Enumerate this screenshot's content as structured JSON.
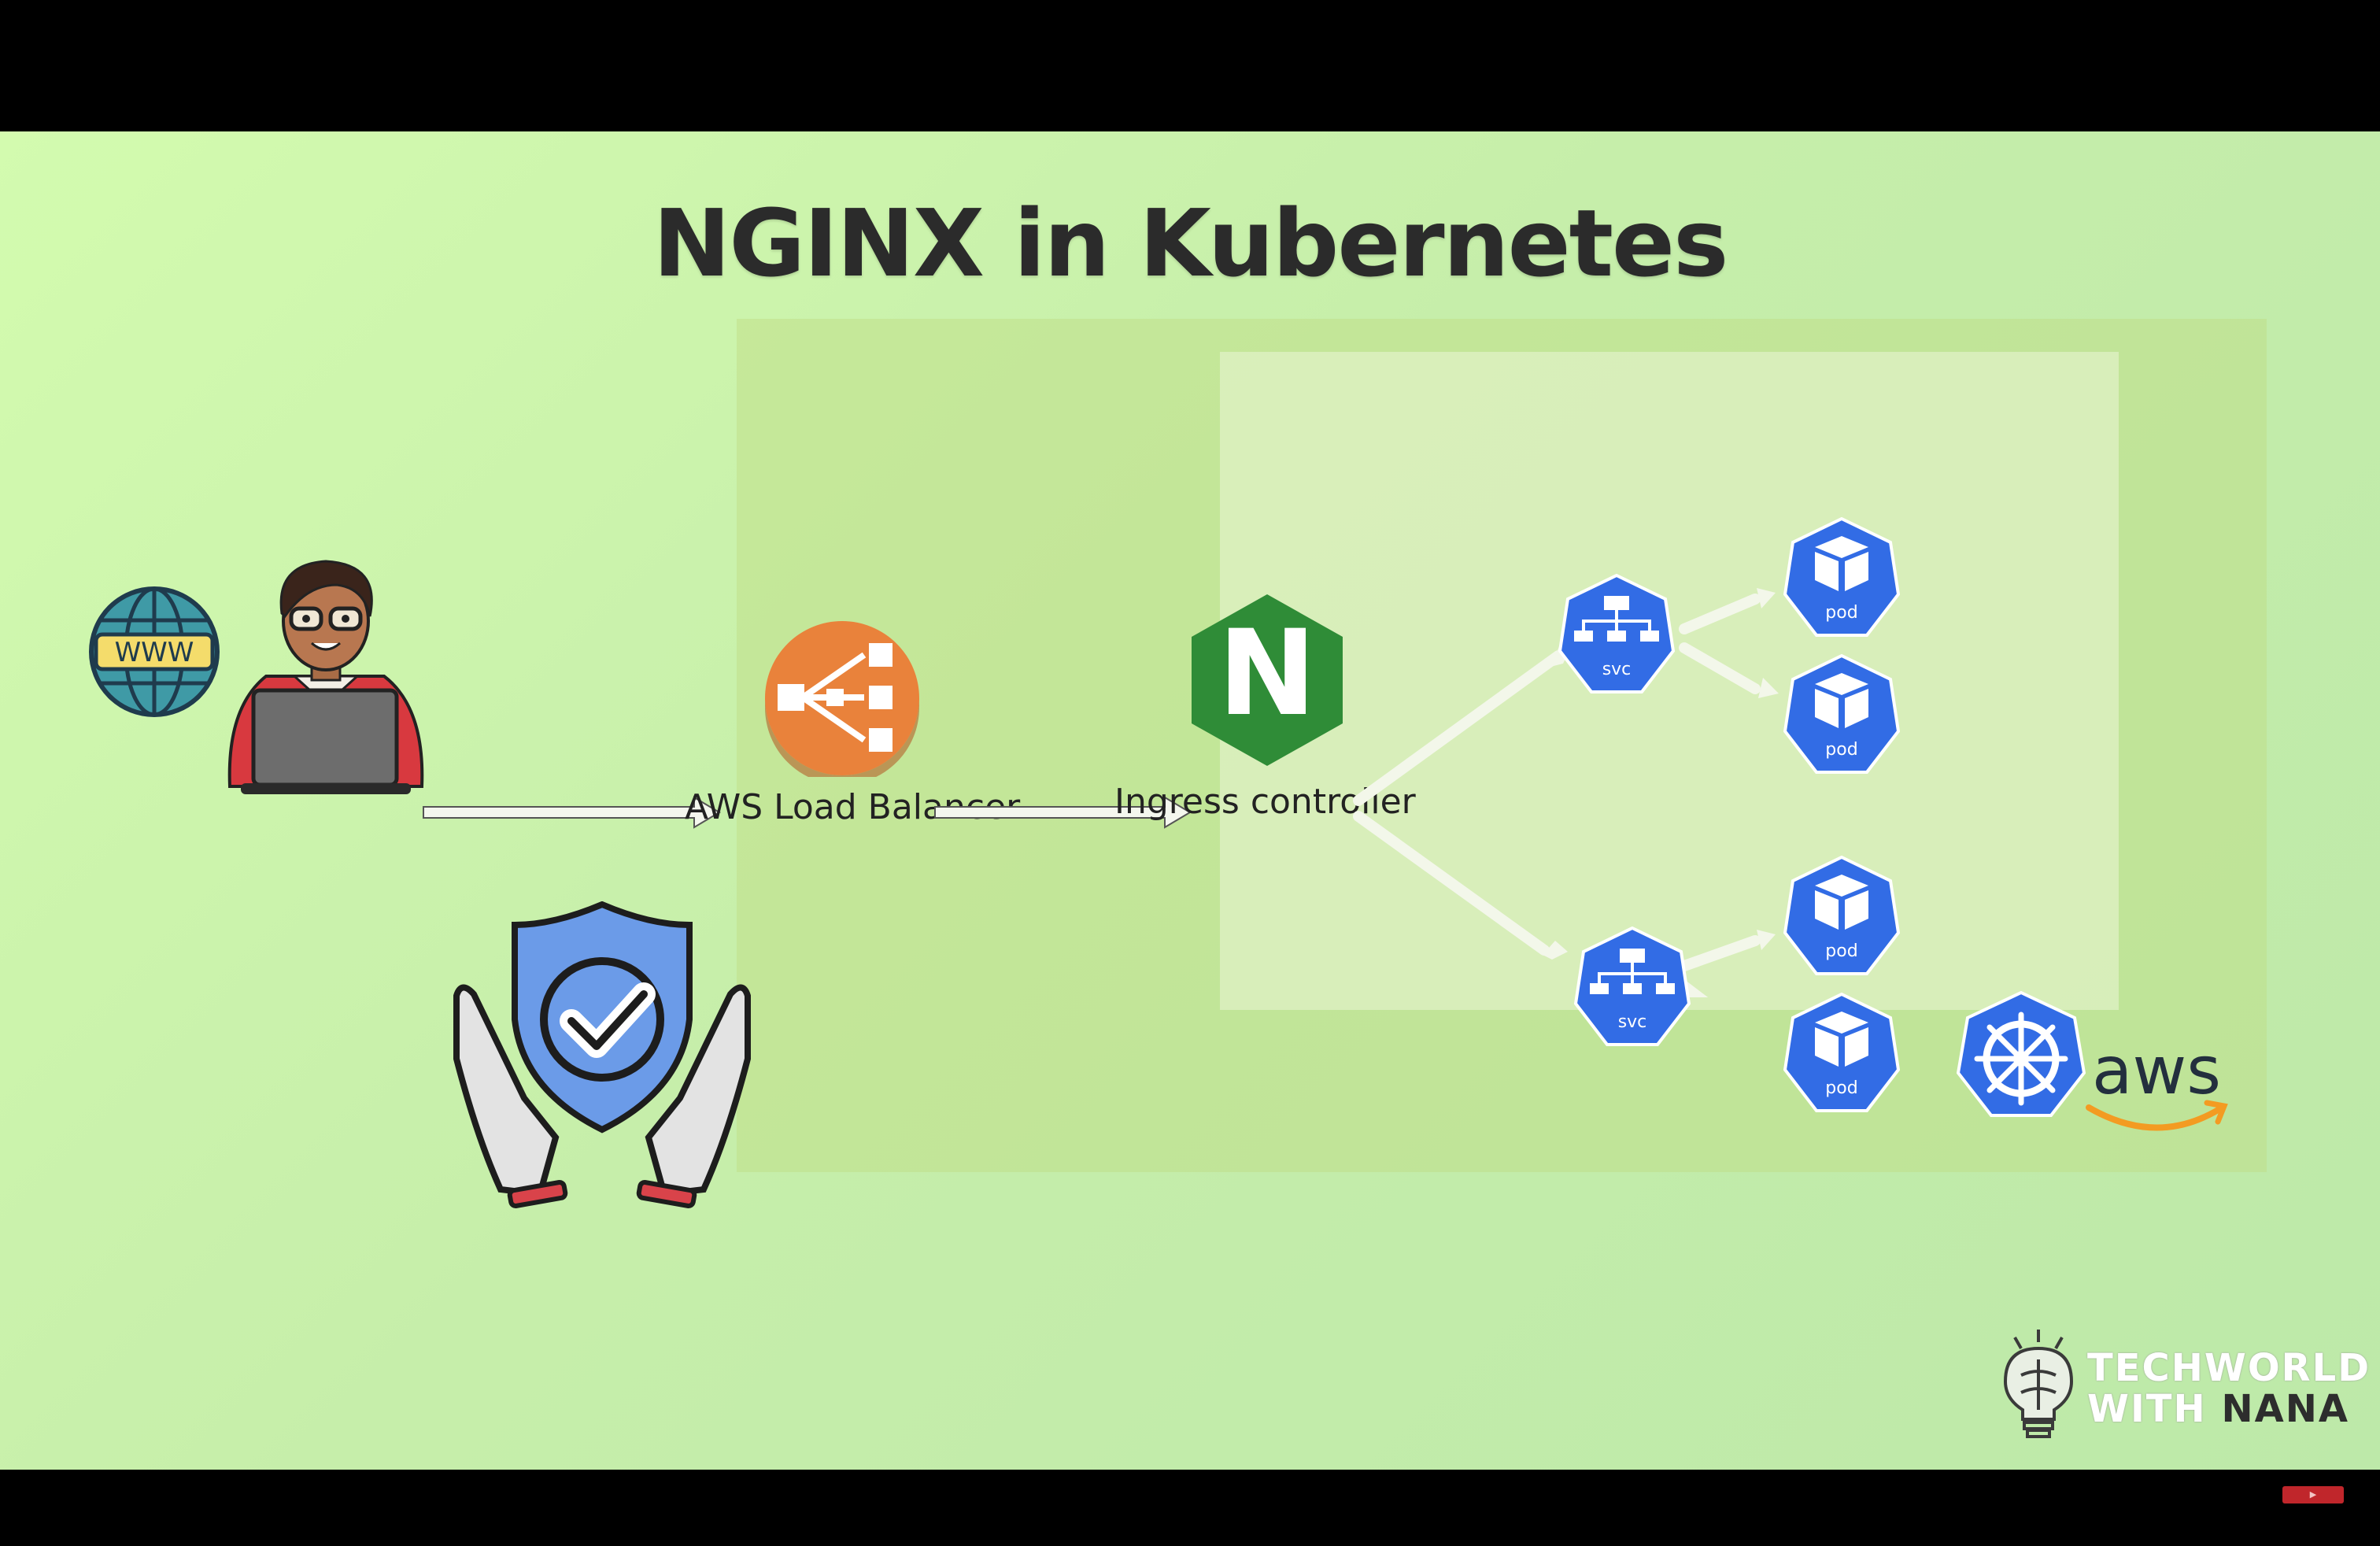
{
  "slide": {
    "title": "NGINX in Kubernetes",
    "client": {
      "globe_text": "WWW"
    },
    "load_balancer": {
      "label": "AWS Load Balancer"
    },
    "ingress": {
      "label": "Ingress controller",
      "letter": "N"
    },
    "services": [
      {
        "label": "svc",
        "pods": [
          {
            "label": "pod"
          },
          {
            "label": "pod"
          }
        ]
      },
      {
        "label": "svc",
        "pods": [
          {
            "label": "pod"
          },
          {
            "label": "pod"
          }
        ]
      }
    ],
    "aws_logo": "aws",
    "brand": {
      "line1": "TECHWORLD",
      "line2a": "WITH ",
      "line2b": "NANA"
    }
  },
  "colors": {
    "k8s_blue": "#326ce5",
    "aws_orange": "#e9823b",
    "nginx_green": "#2f8c37",
    "background": "#c9f0a9"
  },
  "icons": [
    "globe-icon",
    "developer-laptop-icon",
    "load-balancer-icon",
    "nginx-icon",
    "service-icon",
    "pod-icon",
    "kubernetes-helm-icon",
    "security-shield-icon",
    "aws-logo",
    "brain-bulb-icon"
  ]
}
